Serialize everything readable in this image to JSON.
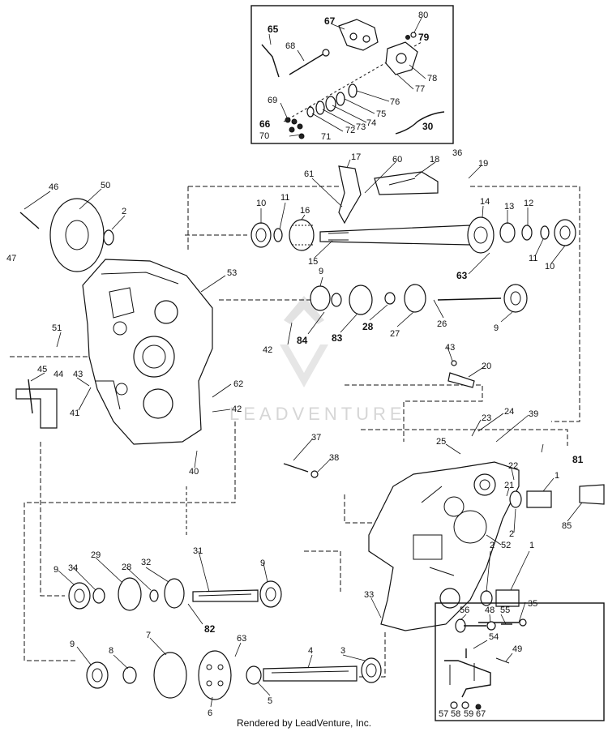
{
  "watermark": "LEADVENTURE",
  "footer": "Rendered by LeadVenture, Inc.",
  "callouts": [
    {
      "id": "65",
      "bold": true
    },
    {
      "id": "67",
      "bold": true
    },
    {
      "id": "80",
      "bold": false
    },
    {
      "id": "79",
      "bold": true
    },
    {
      "id": "68",
      "bold": false
    },
    {
      "id": "78",
      "bold": false
    },
    {
      "id": "77",
      "bold": false
    },
    {
      "id": "76",
      "bold": false
    },
    {
      "id": "69",
      "bold": false
    },
    {
      "id": "75",
      "bold": false
    },
    {
      "id": "74",
      "bold": false
    },
    {
      "id": "73",
      "bold": false
    },
    {
      "id": "72",
      "bold": false
    },
    {
      "id": "66",
      "bold": true
    },
    {
      "id": "70",
      "bold": false
    },
    {
      "id": "71",
      "bold": false
    },
    {
      "id": "30",
      "bold": true
    },
    {
      "id": "17",
      "bold": false
    },
    {
      "id": "60",
      "bold": false
    },
    {
      "id": "18",
      "bold": false
    },
    {
      "id": "36",
      "bold": false
    },
    {
      "id": "19",
      "bold": false
    },
    {
      "id": "61",
      "bold": false
    },
    {
      "id": "46",
      "bold": false
    },
    {
      "id": "50",
      "bold": false
    },
    {
      "id": "10",
      "bold": false
    },
    {
      "id": "11",
      "bold": false
    },
    {
      "id": "16",
      "bold": false
    },
    {
      "id": "14",
      "bold": false
    },
    {
      "id": "13",
      "bold": false
    },
    {
      "id": "12",
      "bold": false
    },
    {
      "id": "2",
      "bold": false
    },
    {
      "id": "47",
      "bold": false
    },
    {
      "id": "15",
      "bold": false
    },
    {
      "id": "11",
      "bold": false
    },
    {
      "id": "10",
      "bold": false
    },
    {
      "id": "63",
      "bold": true
    },
    {
      "id": "53",
      "bold": false
    },
    {
      "id": "9",
      "bold": false
    },
    {
      "id": "84",
      "bold": true
    },
    {
      "id": "83",
      "bold": true
    },
    {
      "id": "28",
      "bold": true
    },
    {
      "id": "27",
      "bold": false
    },
    {
      "id": "26",
      "bold": false
    },
    {
      "id": "9",
      "bold": false
    },
    {
      "id": "51",
      "bold": false
    },
    {
      "id": "42",
      "bold": false
    },
    {
      "id": "43",
      "bold": false
    },
    {
      "id": "20",
      "bold": false
    },
    {
      "id": "45",
      "bold": false
    },
    {
      "id": "44",
      "bold": false
    },
    {
      "id": "43",
      "bold": false
    },
    {
      "id": "41",
      "bold": false
    },
    {
      "id": "62",
      "bold": false
    },
    {
      "id": "42",
      "bold": false
    },
    {
      "id": "24",
      "bold": false
    },
    {
      "id": "23",
      "bold": false
    },
    {
      "id": "39",
      "bold": false
    },
    {
      "id": "25",
      "bold": false
    },
    {
      "id": "40",
      "bold": false
    },
    {
      "id": "37",
      "bold": false
    },
    {
      "id": "38",
      "bold": false
    },
    {
      "id": "81",
      "bold": true
    },
    {
      "id": "22",
      "bold": false
    },
    {
      "id": "1",
      "bold": false
    },
    {
      "id": "21",
      "bold": false
    },
    {
      "id": "85",
      "bold": false
    },
    {
      "id": "2",
      "bold": false
    },
    {
      "id": "52",
      "bold": false
    },
    {
      "id": "29",
      "bold": false
    },
    {
      "id": "32",
      "bold": false
    },
    {
      "id": "9",
      "bold": false
    },
    {
      "id": "34",
      "bold": false
    },
    {
      "id": "28",
      "bold": false
    },
    {
      "id": "31",
      "bold": false
    },
    {
      "id": "9",
      "bold": false
    },
    {
      "id": "82",
      "bold": true
    },
    {
      "id": "2",
      "bold": false
    },
    {
      "id": "1",
      "bold": false
    },
    {
      "id": "33",
      "bold": false
    },
    {
      "id": "35",
      "bold": false
    },
    {
      "id": "9",
      "bold": false
    },
    {
      "id": "7",
      "bold": false
    },
    {
      "id": "8",
      "bold": false
    },
    {
      "id": "63",
      "bold": false
    },
    {
      "id": "4",
      "bold": false
    },
    {
      "id": "3",
      "bold": false
    },
    {
      "id": "5",
      "bold": false
    },
    {
      "id": "6",
      "bold": false
    },
    {
      "id": "56",
      "bold": false
    },
    {
      "id": "48",
      "bold": false
    },
    {
      "id": "55",
      "bold": false
    },
    {
      "id": "54",
      "bold": false
    },
    {
      "id": "49",
      "bold": false
    },
    {
      "id": "57",
      "bold": false
    },
    {
      "id": "58",
      "bold": false
    },
    {
      "id": "59",
      "bold": false
    },
    {
      "id": "67",
      "bold": false
    }
  ]
}
